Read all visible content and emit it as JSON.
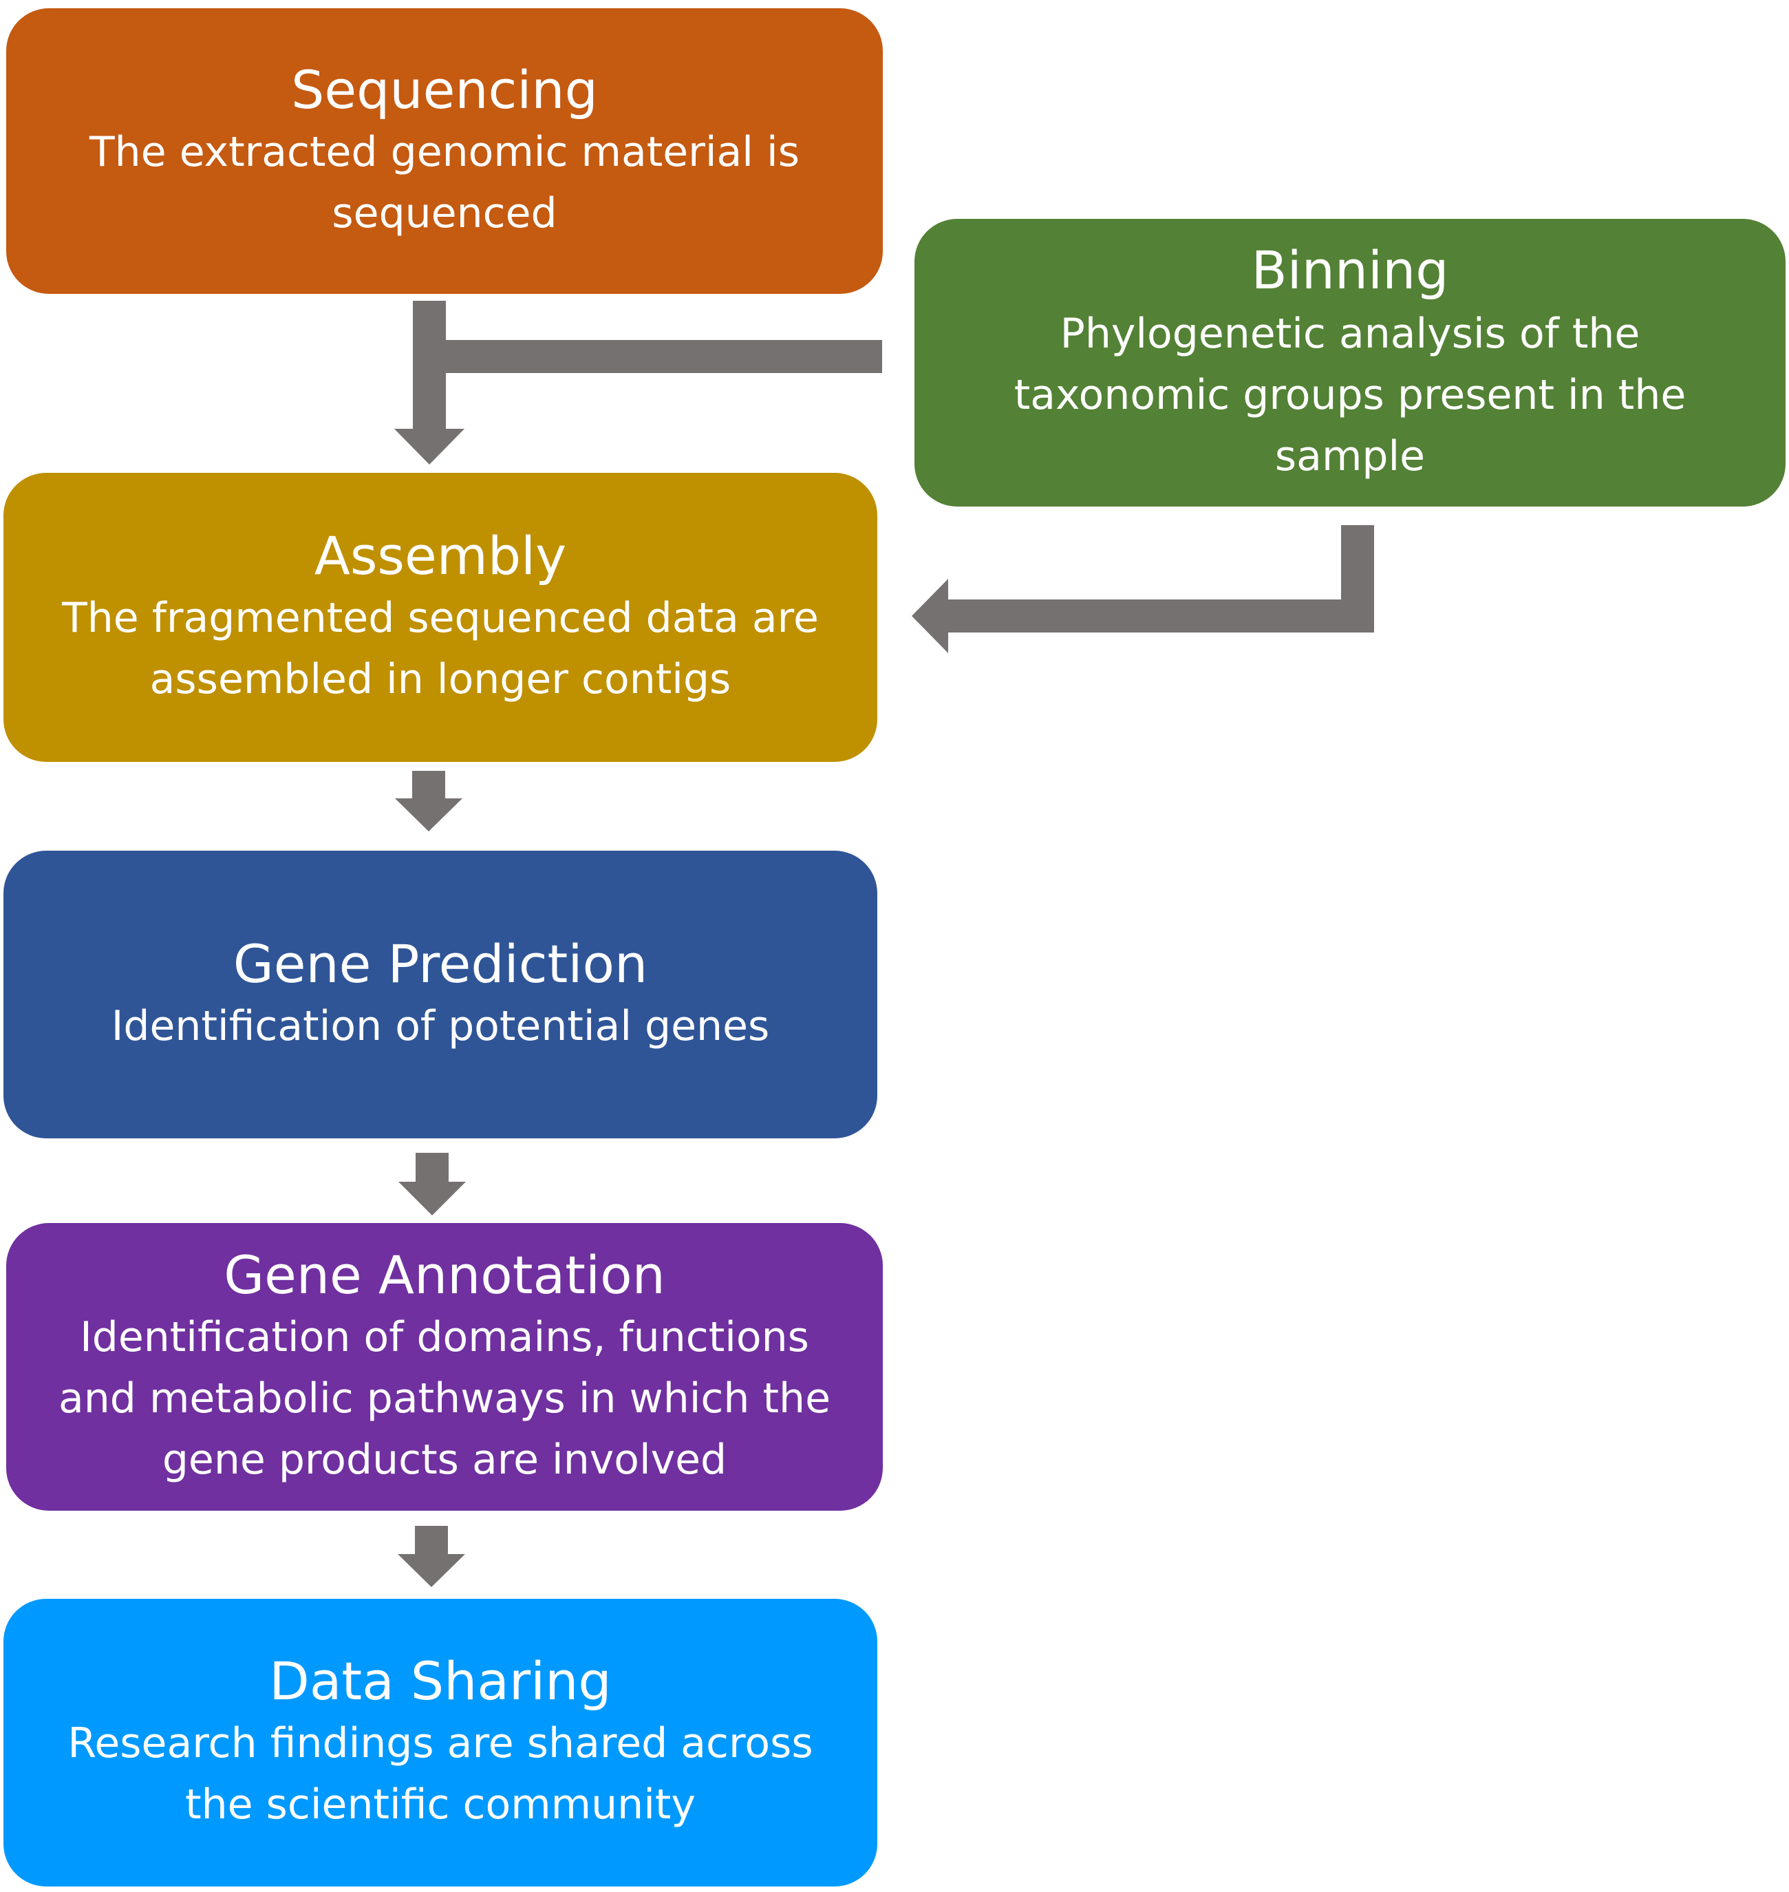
{
  "colors": {
    "sequencing": "#C55A11",
    "binning": "#538135",
    "assembly": "#BF9000",
    "gene_prediction": "#2F5597",
    "gene_annotation": "#7030A0",
    "data_sharing": "#0099FF",
    "arrow": "#767171"
  },
  "steps": {
    "sequencing": {
      "title": "Sequencing",
      "description": "The extracted genomic material is\nsequenced"
    },
    "binning": {
      "title": "Binning",
      "description": "Phylogenetic analysis of the\ntaxonomic groups present in the\nsample"
    },
    "assembly": {
      "title": "Assembly",
      "description": "The fragmented sequenced data are\nassembled in longer contigs"
    },
    "gene_prediction": {
      "title": "Gene Prediction",
      "description": "Identification of potential genes"
    },
    "gene_annotation": {
      "title": "Gene Annotation",
      "description": "Identification of domains, functions\nand metabolic pathways in which the\ngene products are involved"
    },
    "data_sharing": {
      "title": "Data Sharing",
      "description": "Research findings are shared across\nthe scientific community"
    }
  }
}
